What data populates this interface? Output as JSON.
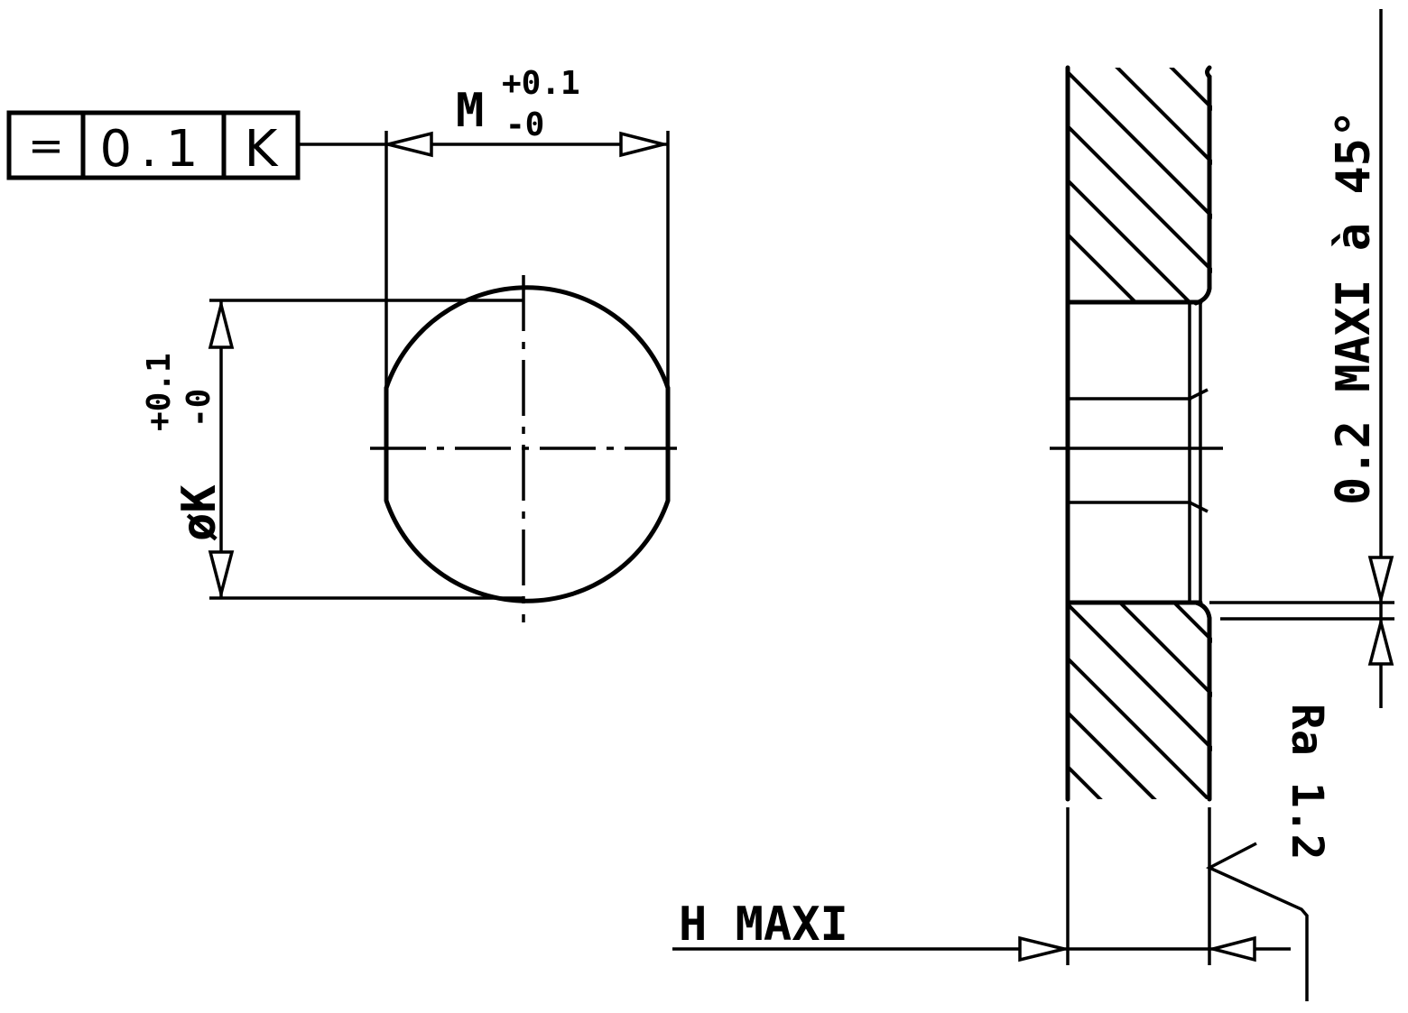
{
  "feature_control_frame": {
    "symbol": "=",
    "tolerance": "0.1",
    "datum": "K"
  },
  "dimension_width": {
    "name": "M",
    "upper_tol": "+0.1",
    "lower_tol": "-0"
  },
  "dimension_diameter": {
    "name": "øK",
    "upper_tol": "+0.1",
    "lower_tol": "-0"
  },
  "chamfer_note": "0.2 MAXI à 45°",
  "roughness_note": "Ra 1.2",
  "thickness_label": "H MAXI"
}
